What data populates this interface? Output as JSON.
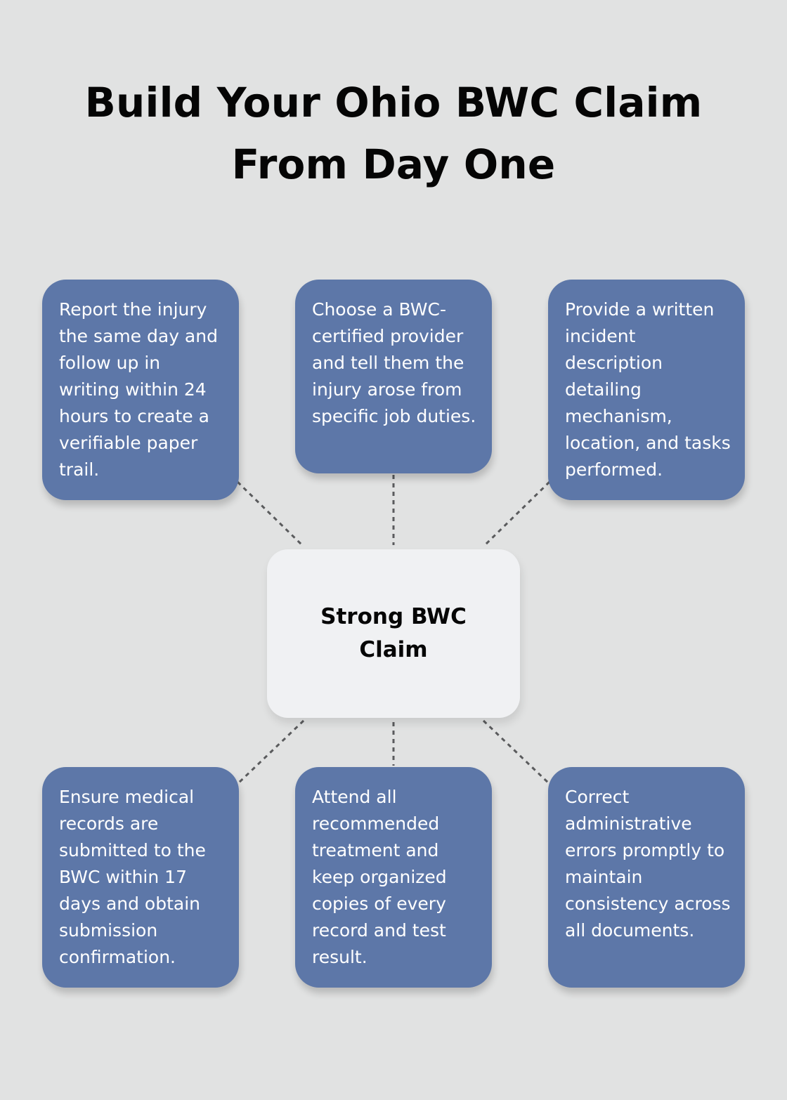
{
  "title": "Build Your Ohio BWC Claim From Day One",
  "center": {
    "label": "Strong BWC Claim"
  },
  "steps": {
    "top_left": "Report the injury the same day and follow up in writing within 24 hours to create a verifiable paper trail.",
    "top_center": "Choose a BWC-certified provider and tell them the injury arose from specific job duties.",
    "top_right": "Provide a written incident description detailing mechanism, location, and tasks performed.",
    "bottom_left": "Ensure medical records are submitted to the BWC within 17 days and obtain submission confirmation.",
    "bottom_center": "Attend all recommended treatment and keep organized copies of every record and test result.",
    "bottom_right": "Correct administrative errors promptly to maintain consistency across all documents."
  },
  "colors": {
    "background": "#e1e2e2",
    "step_box": "#5d77a8",
    "center_box": "#f0f1f3",
    "connector": "#5a5b5d",
    "title_text": "#050505"
  }
}
